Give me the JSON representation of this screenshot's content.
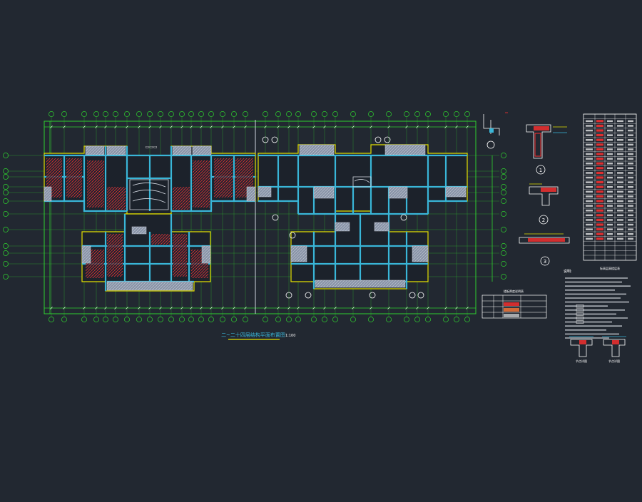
{
  "drawing": {
    "title": "二~二十四层结构平面布置图",
    "scale": "1:100",
    "notes_heading": "说明:",
    "callouts": [
      "1",
      "2",
      "3"
    ],
    "legend_table_title": "标高层高楼层表",
    "mini_table_title": "楼板厚度说明表",
    "section_labels": [
      "节点详图",
      "节点详图"
    ]
  },
  "colors": {
    "background": "#222831",
    "grid": "#2fd12f",
    "wall": "#39b6d8",
    "column_fill": "#9aa6b8",
    "rebar": "#ff3030",
    "yellow": "#e3e000",
    "white": "#ffffff",
    "magenta": "#e040e0"
  }
}
